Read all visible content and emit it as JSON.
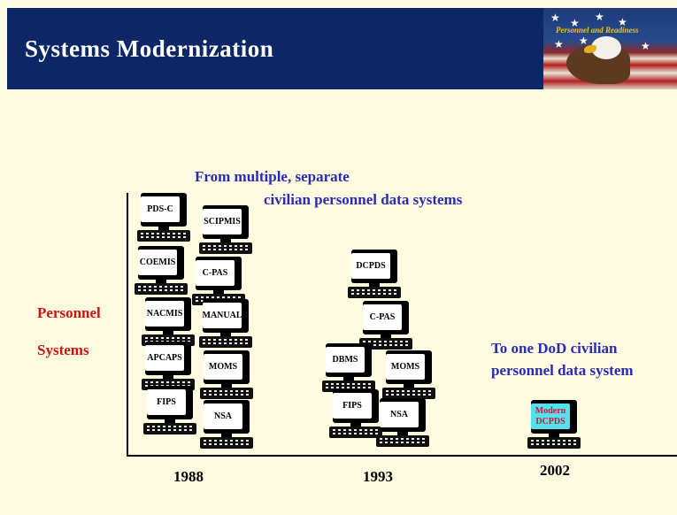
{
  "header": {
    "title": "Systems Modernization",
    "logo_text": "Personnel and Readiness"
  },
  "from_line1": "From multiple, separate",
  "from_line2": "civilian personnel data systems",
  "personnel_label": "Personnel",
  "systems_label": "Systems",
  "to_line1": "To one DoD civilian",
  "to_line2": "personnel data system",
  "years": [
    "1988",
    "1993",
    "2002"
  ],
  "systems_1988": [
    "PDS-C",
    "SCIPMIS",
    "COEMIS",
    "C-PAS",
    "NACMIS",
    "MANUAL",
    "APCAPS",
    "MOMS",
    "FIPS",
    "NSA"
  ],
  "systems_1993": [
    "DCPDS",
    "C-PAS",
    "DBMS",
    "MOMS",
    "FIPS",
    "NSA"
  ],
  "systems_2002": {
    "line1": "Modern",
    "line2": "DCPDS"
  }
}
